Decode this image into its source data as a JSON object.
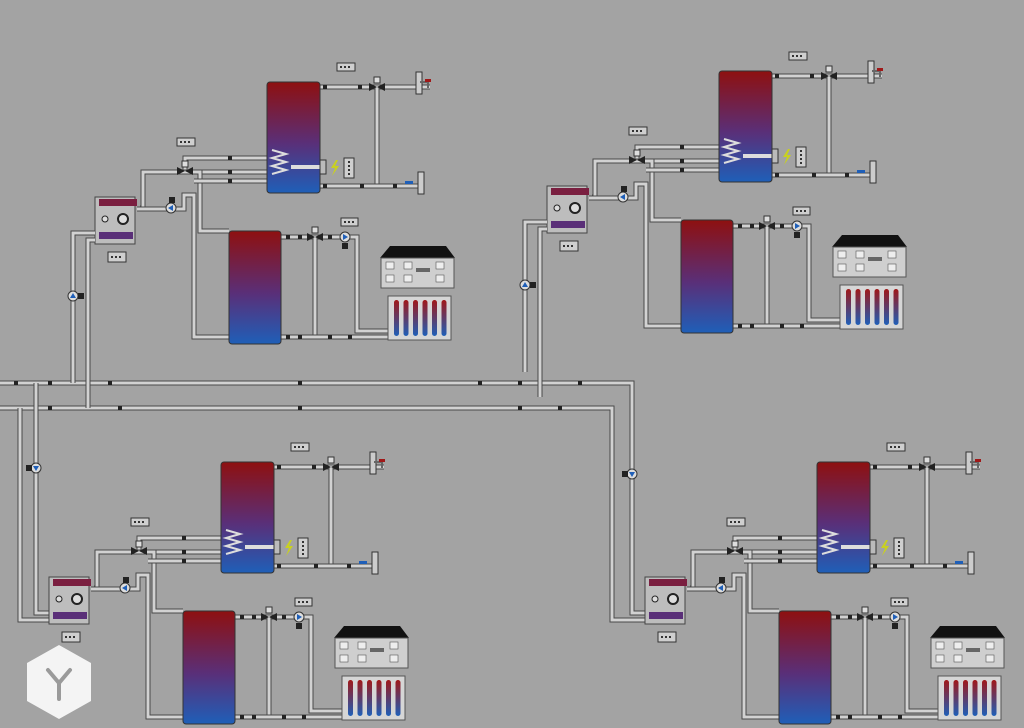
{
  "diagram": {
    "title": "",
    "units": [
      {
        "id": "unit-top-left"
      },
      {
        "id": "unit-top-right"
      },
      {
        "id": "unit-bottom-left"
      },
      {
        "id": "unit-bottom-right"
      }
    ],
    "colors": {
      "background": "#a3a3a3",
      "hot": "#8e1010",
      "cold": "#1f5fb8",
      "pipe": "#d0d0d0",
      "pipe_edge": "#555555",
      "accent": "#c8d020"
    }
  },
  "logo": {
    "letter": "Y"
  }
}
